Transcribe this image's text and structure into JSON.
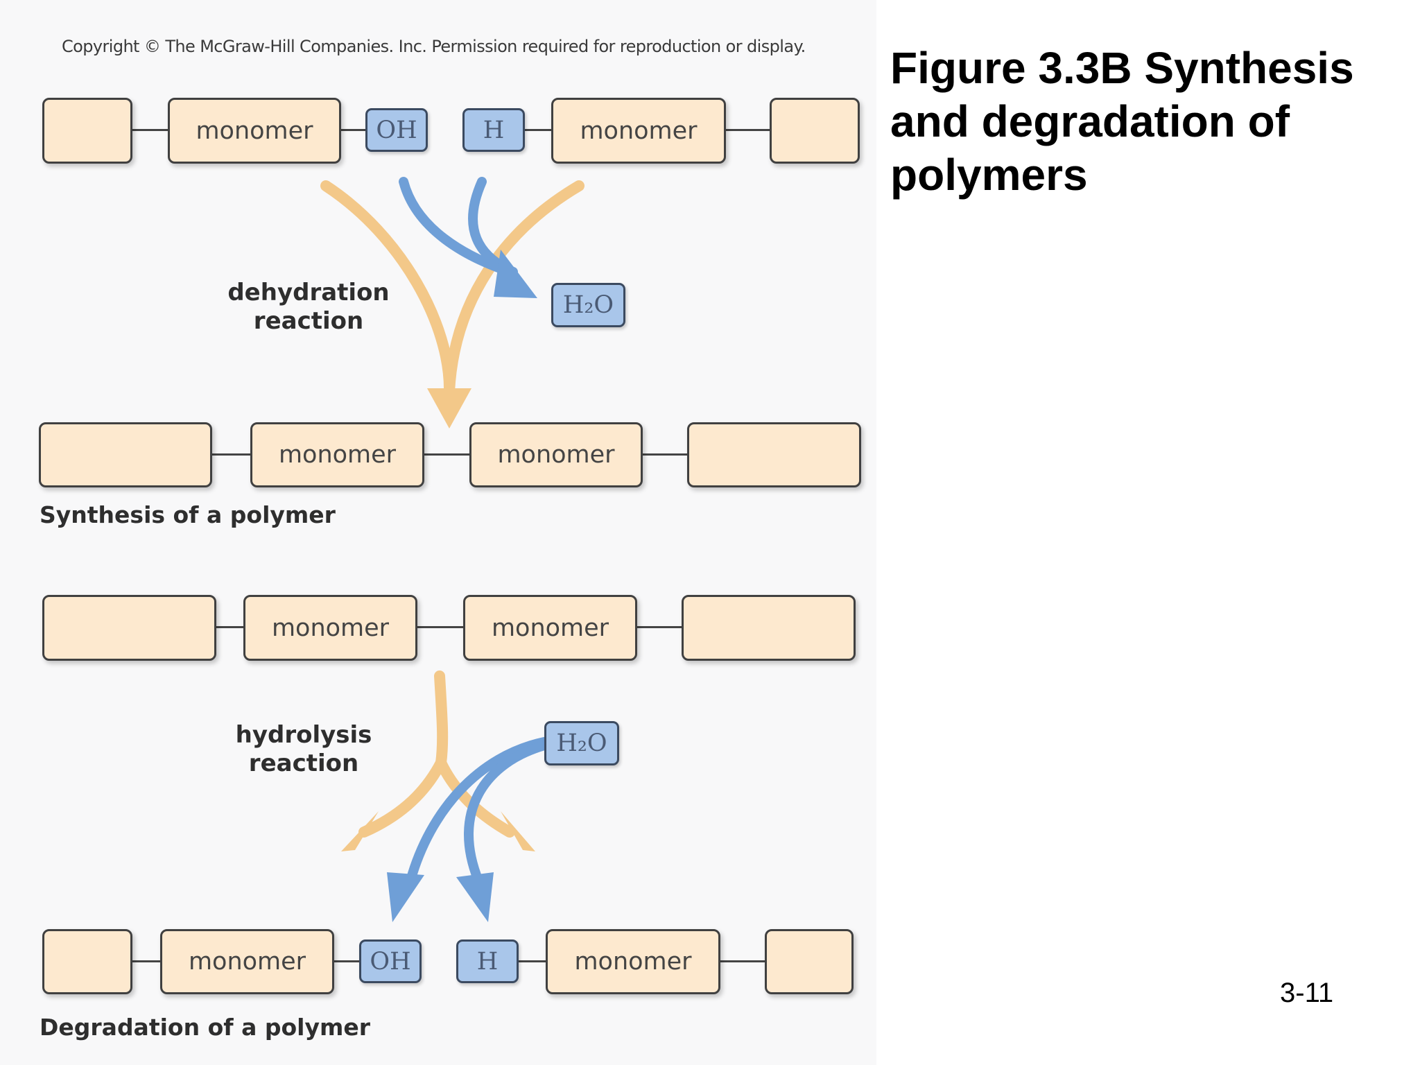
{
  "title": "Figure 3.3B Synthesis and degradation of polymers",
  "copyright": "Copyright © The McGraw-Hill Companies. Inc. Permission required for reproduction or display.",
  "slide_number": "3-11",
  "labels": {
    "monomer": "monomer",
    "oh": "OH",
    "h": "H",
    "water": "H₂O"
  },
  "synthesis": {
    "reaction": [
      "dehydration",
      "reaction"
    ],
    "caption": "Synthesis of a polymer"
  },
  "degradation": {
    "reaction": [
      "hydrolysis",
      "reaction"
    ],
    "caption": "Degradation of a polymer"
  },
  "colors": {
    "monomer_fill": "#fde9cf",
    "group_fill": "#a9c6ea",
    "orange_arrow": "#f3c889",
    "blue_arrow": "#6f9fd7"
  }
}
